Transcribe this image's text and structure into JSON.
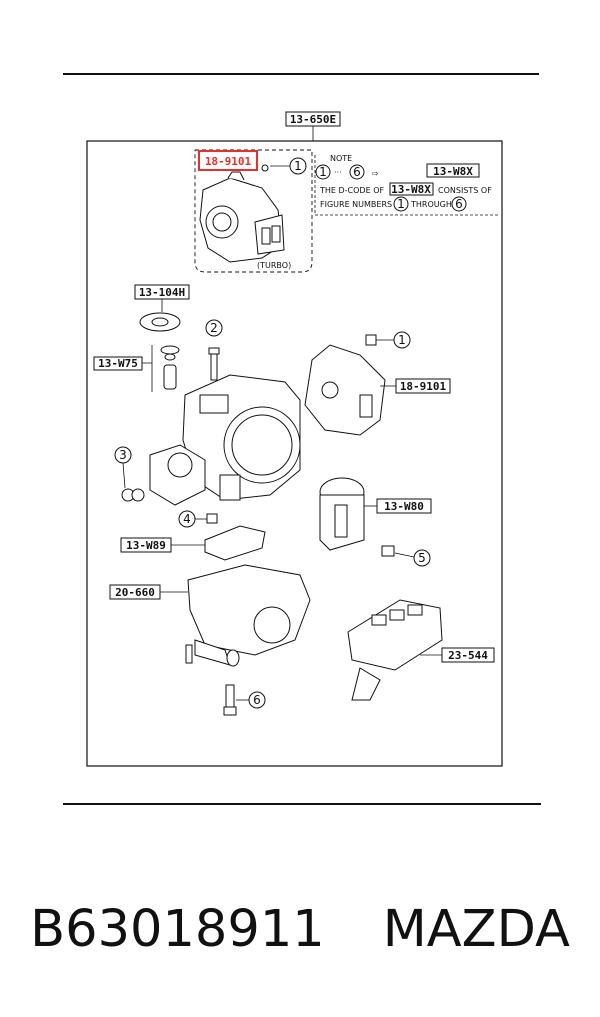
{
  "diagram": {
    "callouts": {
      "top_ref": "13-650E",
      "tps_highlight": "18-9101",
      "throttle_pos_sensor": "18-9101",
      "gasket_kit_104": "13-104H",
      "seal_w75": "13-W75",
      "actuator_w80": "13-W80",
      "gasket_w89": "13-W89",
      "throttle_body": "20-660",
      "idle_valve": "23-544",
      "note_ref": "13-W8X",
      "turbo": "(TURBO)"
    },
    "note": {
      "title": "NOTE",
      "line1_prefix": "THE D-CODE OF",
      "line1_code": "13-W8X",
      "line1_suffix": "CONSISTS OF",
      "line2_prefix": "FIGURE NUMBERS",
      "line2_through": "THROUGH",
      "range_from": "1",
      "range_to": "6",
      "dots": "···",
      "arrow": "⇨"
    },
    "figure_numbers": [
      "1",
      "1",
      "2",
      "3",
      "4",
      "5",
      "6"
    ],
    "highlight_color": "#e53030"
  },
  "caption": {
    "part_number": "B63018911",
    "brand": "MAZDA"
  }
}
